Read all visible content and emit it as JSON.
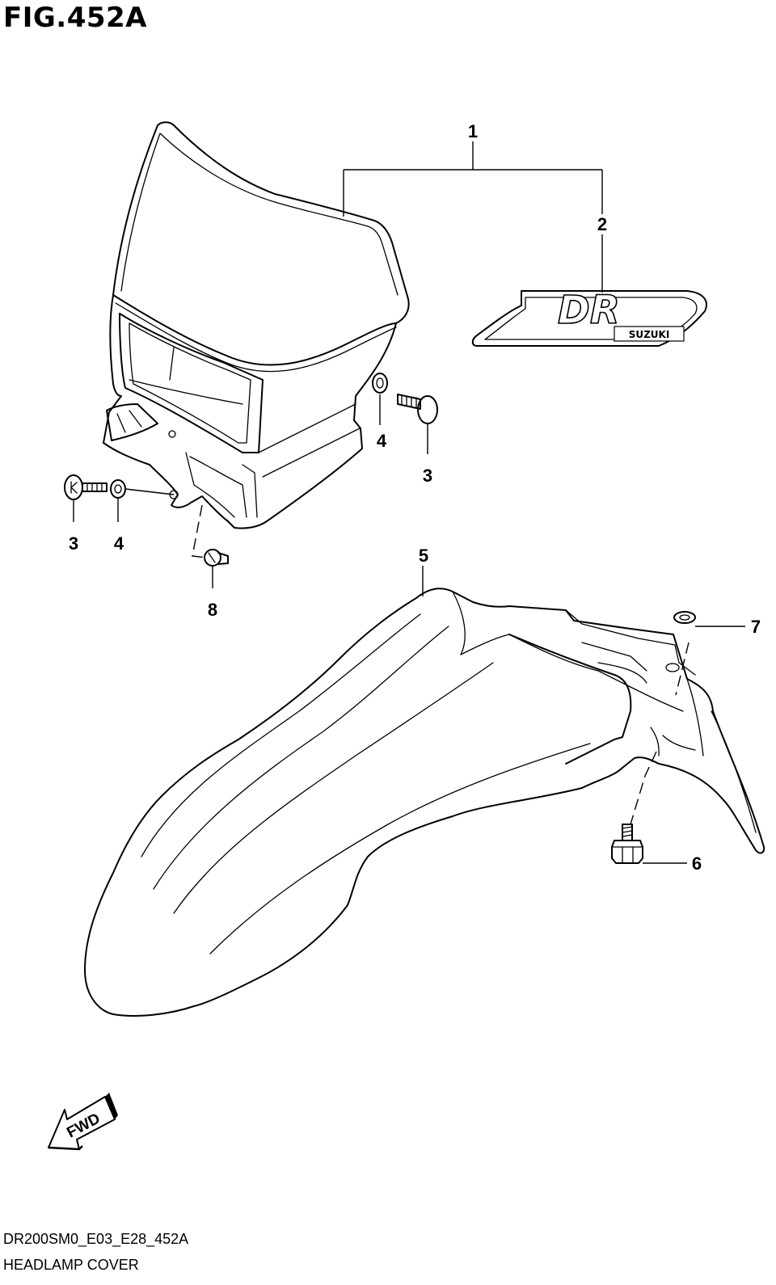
{
  "figure": {
    "title": "FIG.452A"
  },
  "footer": {
    "model_code": "DR200SM0_E03_E28_452A",
    "section_name": "HEADLAMP COVER"
  },
  "callouts": {
    "c1": "1",
    "c2": "2",
    "c3a": "3",
    "c3b": "3",
    "c4a": "4",
    "c4b": "4",
    "c5": "5",
    "c6": "6",
    "c7": "7",
    "c8": "8"
  },
  "emblem": {
    "logo_text": "DR",
    "brand_text": "SUZUKI"
  },
  "fwd_arrow": {
    "label": "FWD"
  }
}
